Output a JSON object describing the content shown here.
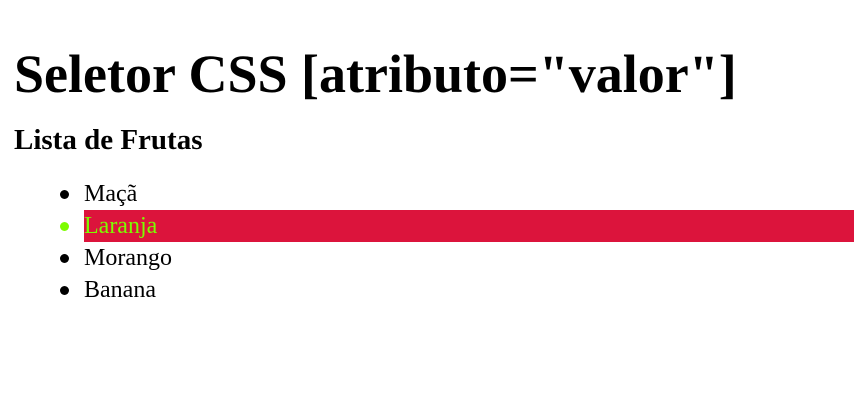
{
  "page": {
    "title": "Seletor CSS [atributo=\"valor\"]",
    "subtitle": "Lista de Frutas"
  },
  "fruits": [
    {
      "label": "Maçã",
      "highlighted": false
    },
    {
      "label": "Laranja",
      "highlighted": true
    },
    {
      "label": "Morango",
      "highlighted": false
    },
    {
      "label": "Banana",
      "highlighted": false
    }
  ],
  "colors": {
    "highlight_background": "#dc143c",
    "highlight_text": "#7cfc00",
    "text": "#000000",
    "background": "#ffffff"
  }
}
